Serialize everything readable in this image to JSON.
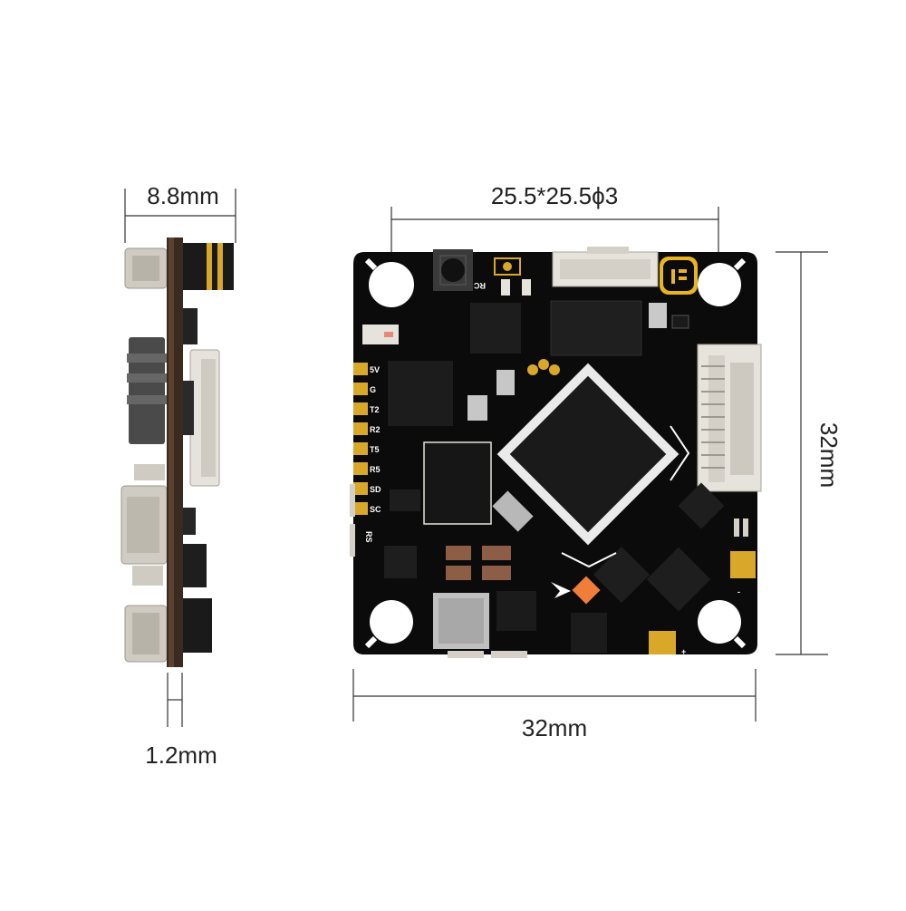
{
  "dimensions": {
    "side_height": "8.8mm",
    "board_thickness": "1.2mm",
    "mount_pattern": "25.5*25.5ϕ3",
    "board_width": "32mm",
    "board_height": "32mm"
  },
  "pads": {
    "labels": [
      "5V",
      "G",
      "T2",
      "R2",
      "T5",
      "R5",
      "SD",
      "SC"
    ],
    "rs_label": "RS",
    "rc_label": "RC",
    "minus_label": "-",
    "plus_label": "+"
  },
  "colors": {
    "pcb": "#0a0a0a",
    "gold": "#d9a82b",
    "connector": "#d8d4cc",
    "logo_bg": "#e8b422"
  }
}
